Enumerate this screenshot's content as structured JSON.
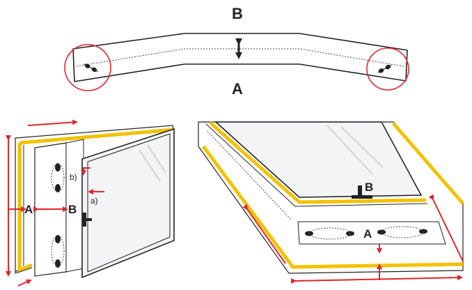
{
  "top": {
    "label_top": "B",
    "label_bottom": "A"
  },
  "left_figure": {
    "label_a": "A",
    "label_b": "B",
    "step_a": "a)",
    "step_b": "b)"
  },
  "right_figure": {
    "label_a": "A",
    "label_b": "B"
  },
  "colors": {
    "red": "#e0262b",
    "yellow": "#f2c200",
    "ink": "#222222",
    "glass": "#f3f4f5"
  },
  "icons": [
    "hinge-icon",
    "hinge-circle-icon",
    "handle-icon",
    "double-arrow-icon"
  ]
}
